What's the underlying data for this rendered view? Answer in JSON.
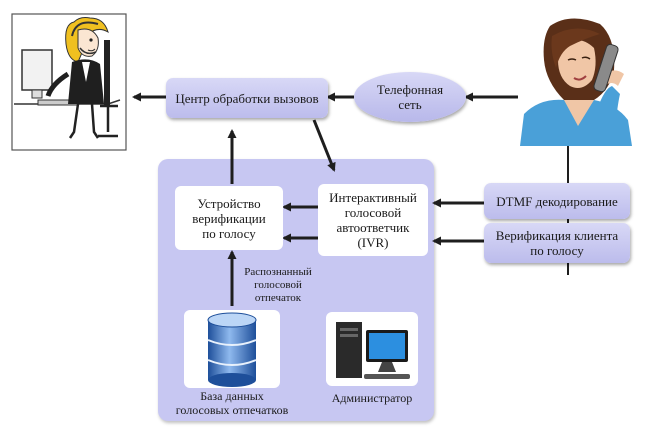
{
  "nodes": {
    "call_center": "Центр обработки вызовов",
    "telephone_network": "Телефонная\nсеть",
    "verification_device": "Устройство\nверификации\nпо голосу",
    "ivr": "Интерактивный\nголосовой\nавтоответчик\n(IVR)",
    "dtmf": "DTMF декодирование",
    "client_verification": "Верификация клиента\nпо голосу",
    "recognized_print": "Распознанный\nголосовой\nотпечаток",
    "voice_db": "База данных\nголосовых отпечатков",
    "administrator": "Администратор"
  },
  "icons": {
    "operator": "operator-with-headset-icon",
    "caller": "woman-on-phone-icon",
    "database": "database-cylinder-icon",
    "computer": "desktop-computer-icon"
  },
  "colors": {
    "container": "#c7c7f2",
    "box": "#d0d0f4",
    "arrow": "#1e1e1e"
  }
}
